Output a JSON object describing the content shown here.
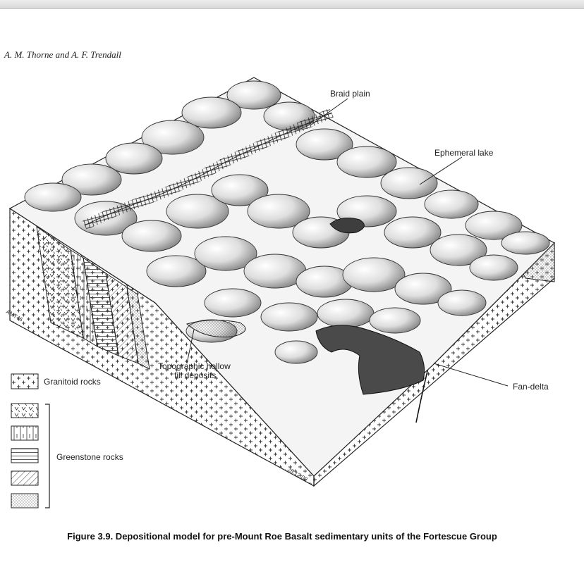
{
  "header": {
    "authors": "A. M. Thorne and A. F. Trendall"
  },
  "figure": {
    "labels": {
      "braid_plain": "Braid plain",
      "ephemeral_lake": "Ephemeral lake",
      "fan_delta": "Fan-delta",
      "topographic_hollow_line1": "Topographic hollow",
      "topographic_hollow_line2": "fill deposits",
      "code_left": "AMT46",
      "code_bottom": "28.12.00"
    },
    "legend": {
      "granitoid": "Granitoid rocks",
      "greenstone": "Greenstone rocks"
    }
  },
  "caption": "Figure 3.9. Depositional model for pre-Mount Roe Basalt sedimentary units of the Fortescue Group"
}
